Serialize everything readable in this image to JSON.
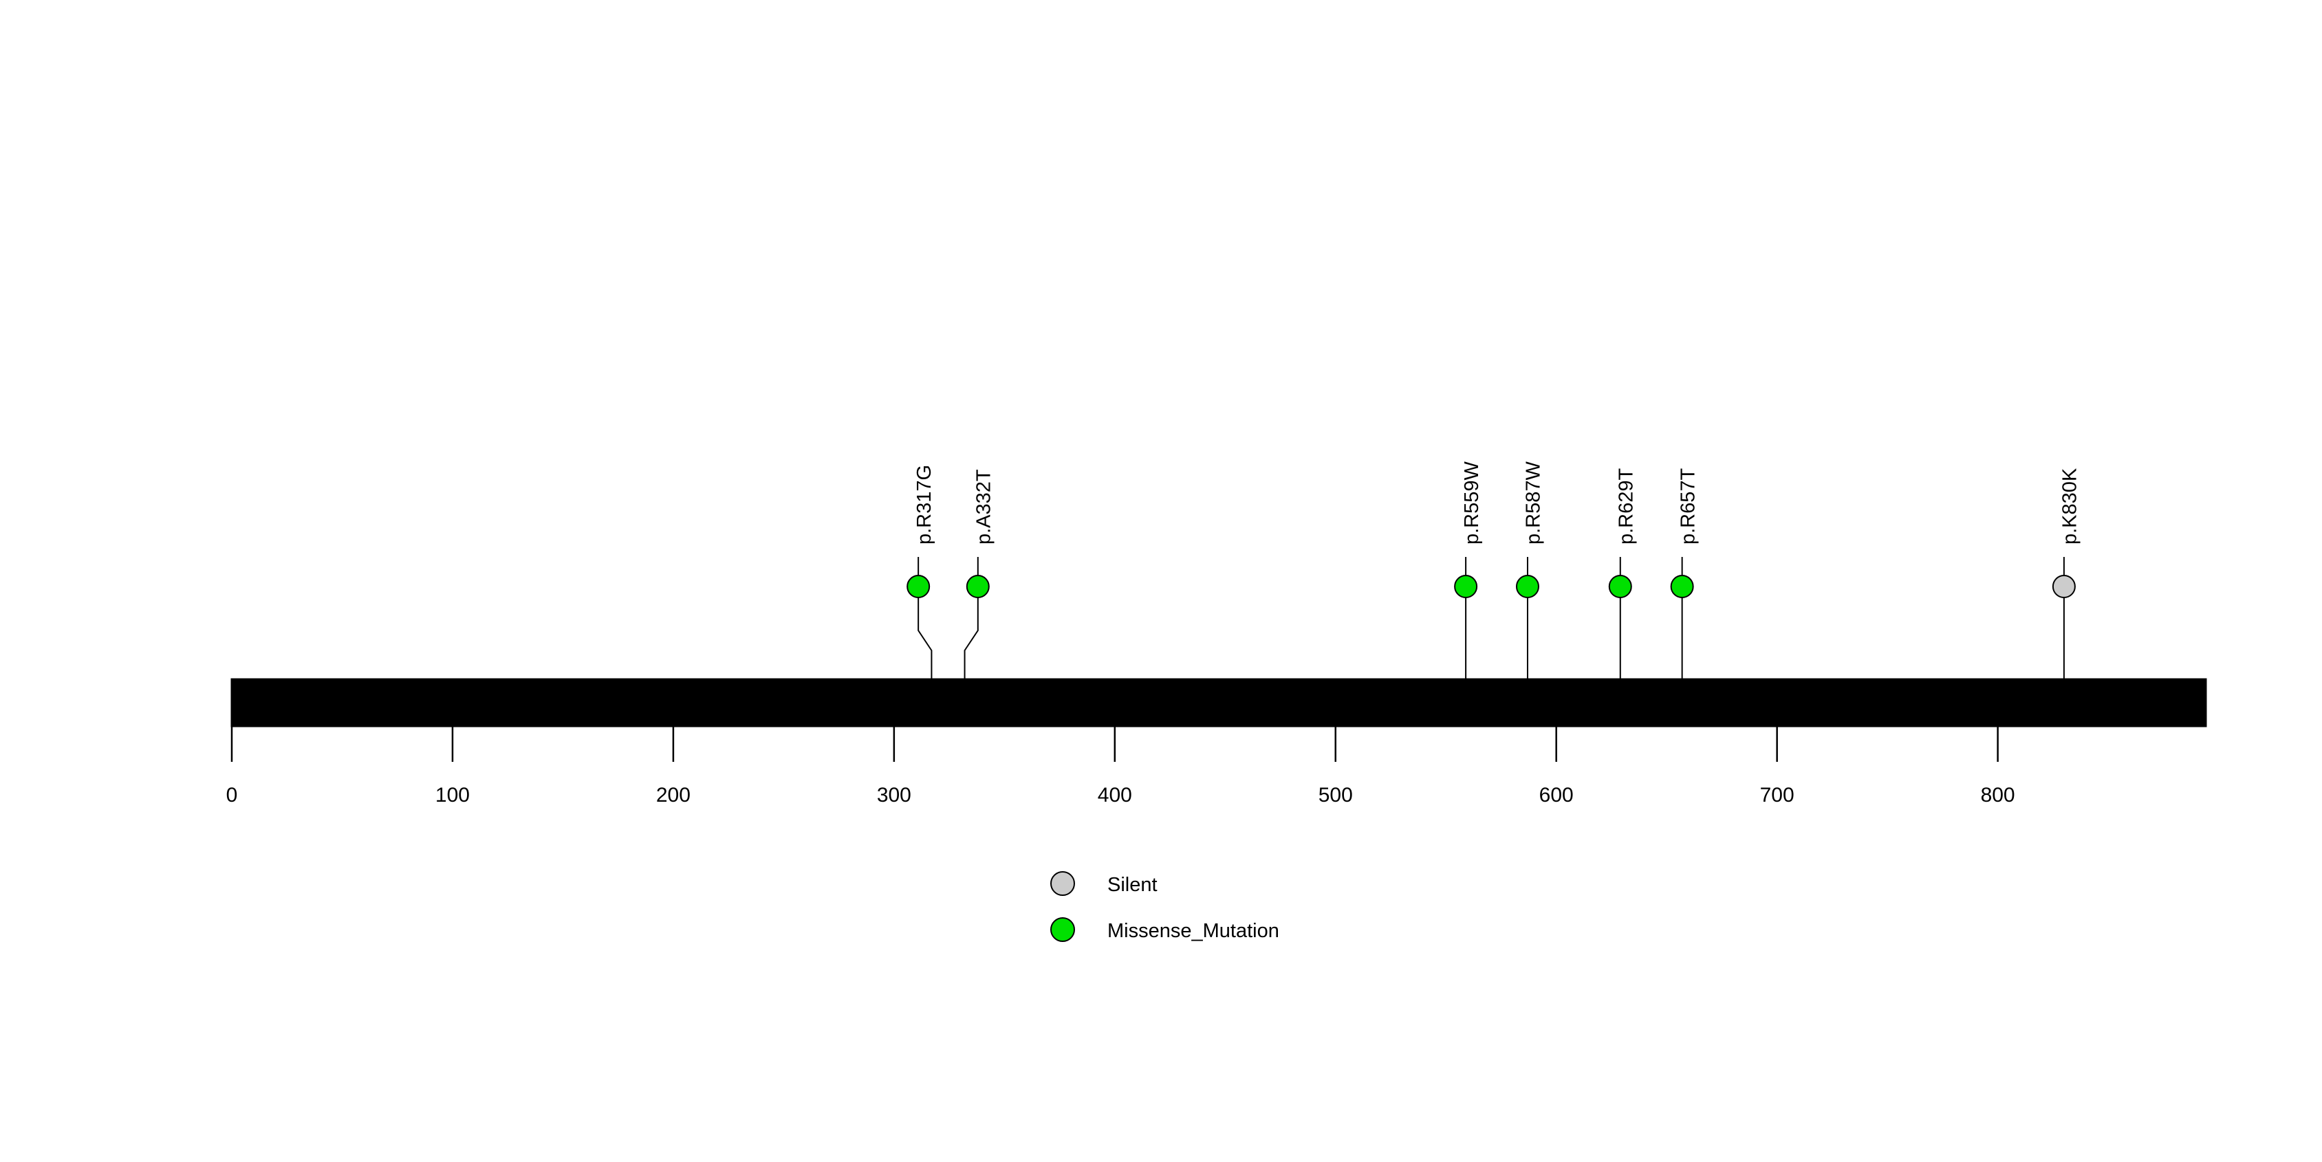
{
  "chart_data": {
    "type": "lollipop",
    "title": "",
    "xlabel": "",
    "ylabel": "",
    "xlim": [
      0,
      894
    ],
    "grid": false,
    "axis": {
      "ticks": [
        0,
        100,
        200,
        300,
        400,
        500,
        600,
        700,
        800
      ],
      "tick_labels": [
        "0",
        "100",
        "200",
        "300",
        "400",
        "500",
        "600",
        "700",
        "800"
      ]
    },
    "protein": {
      "length": 894,
      "start": 0,
      "end": 894,
      "color": "#4FC3E0",
      "border_color": "#000000"
    },
    "categories": [
      "p.R317G",
      "p.A332T",
      "p.R559W",
      "p.R587W",
      "p.R629T",
      "p.R657T",
      "p.K830K"
    ],
    "x": [
      317,
      332,
      559,
      587,
      629,
      657,
      830
    ],
    "values": [
      1,
      1,
      1,
      1,
      1,
      1,
      1
    ],
    "mutations": [
      {
        "label": "p.R317G",
        "position": 317,
        "count": 1,
        "type": "Missense_Mutation",
        "color": "#00E000",
        "label_x": 311
      },
      {
        "label": "p.A332T",
        "position": 332,
        "count": 1,
        "type": "Missense_Mutation",
        "color": "#00E000",
        "label_x": 338
      },
      {
        "label": "p.R559W",
        "position": 559,
        "count": 1,
        "type": "Missense_Mutation",
        "color": "#00E000",
        "label_x": 559
      },
      {
        "label": "p.R587W",
        "position": 587,
        "count": 1,
        "type": "Missense_Mutation",
        "color": "#00E000",
        "label_x": 587
      },
      {
        "label": "p.R629T",
        "position": 629,
        "count": 1,
        "type": "Missense_Mutation",
        "color": "#00E000",
        "label_x": 629
      },
      {
        "label": "p.R657T",
        "position": 657,
        "count": 1,
        "type": "Missense_Mutation",
        "color": "#00E000",
        "label_x": 657
      },
      {
        "label": "p.K830K",
        "position": 830,
        "count": 1,
        "type": "Silent",
        "color": "#CCCCCC",
        "label_x": 830
      }
    ],
    "legend": {
      "position": "bottom-center",
      "entries": [
        {
          "label": "Silent",
          "color": "#CCCCCC"
        },
        {
          "label": "Missense_Mutation",
          "color": "#00E000"
        }
      ]
    }
  },
  "colors": {
    "protein_bar": "#4FC3E0",
    "missense": "#00E000",
    "silent": "#CCCCCC",
    "stroke": "#000000",
    "background": "#FFFFFF"
  }
}
